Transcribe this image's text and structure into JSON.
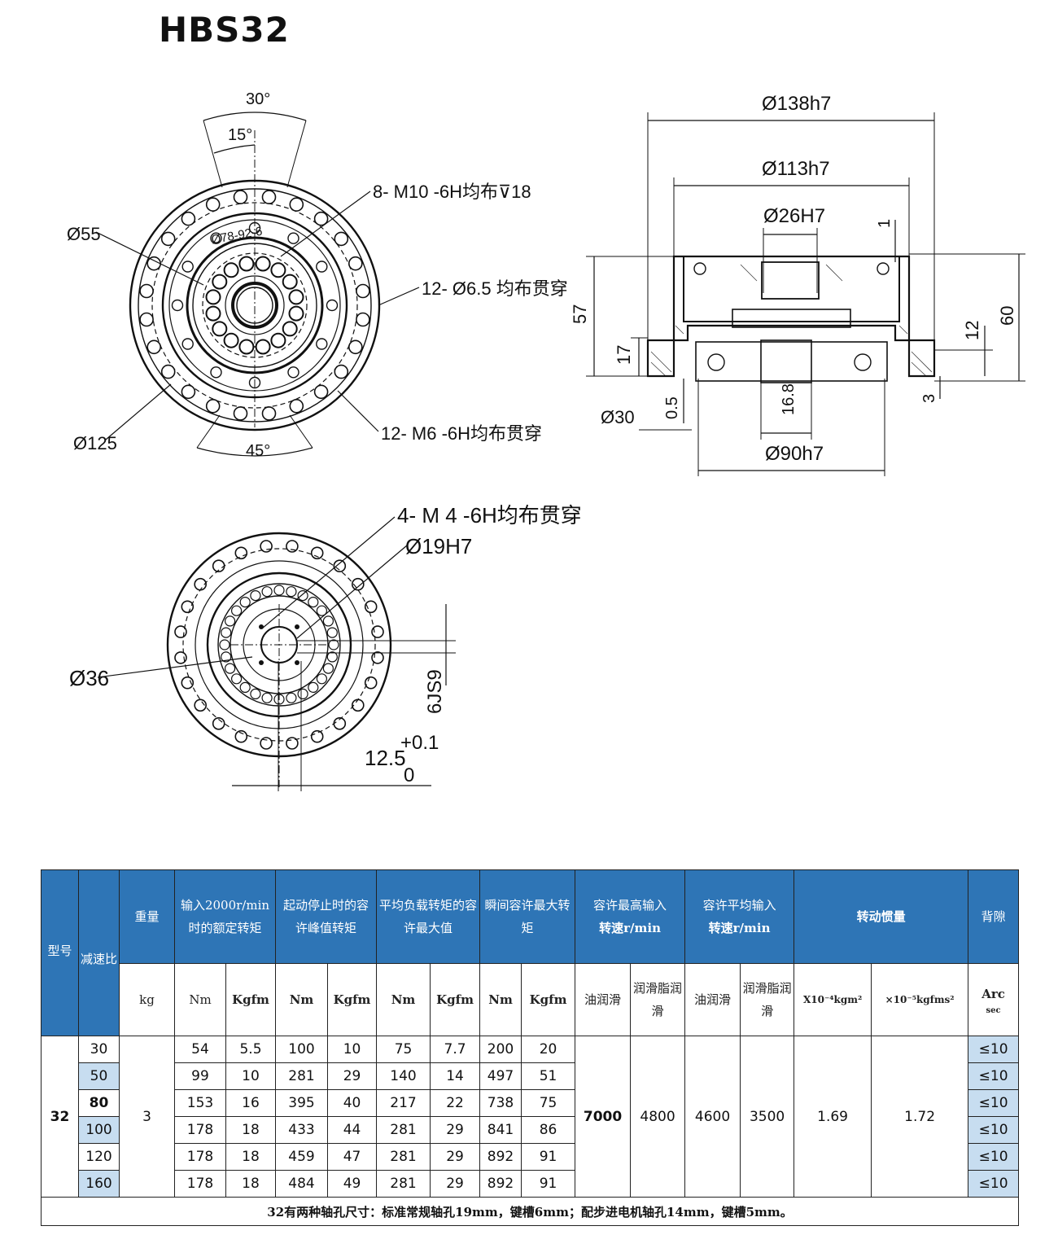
{
  "title": "HBS32",
  "front_view": {
    "angle_30": "30°",
    "angle_15": "15°",
    "angle_45": "45°",
    "dia_55": "Ø55",
    "dia_125": "Ø125",
    "ring_text": "Ø78-92-6",
    "callout_top": "8- M10 -6H均布⊽18",
    "callout_right": "12- Ø6.5 均布贯穿",
    "callout_bottom": "12- M6 -6H均布贯穿"
  },
  "section_view": {
    "d138": "Ø138h7",
    "d113": "Ø113h7",
    "d26": "Ø26H7",
    "dim_1": "1",
    "dim_57": "57",
    "dim_17": "17",
    "dim_60": "60",
    "dim_12": "12",
    "dim_3": "3",
    "dim_30": "Ø30",
    "dim_05": "0.5",
    "dim_168": "16.8",
    "d90": "Ø90h7"
  },
  "back_view": {
    "callout_m4": "4- M 4 -6H均布贯穿",
    "callout_19": "Ø19H7",
    "dia_36": "Ø36",
    "key_6js9": "6JS9",
    "dim_125": "12.5",
    "tol_plus": "+0.1",
    "tol_zero": "0"
  },
  "table": {
    "header": {
      "model": "型号",
      "ratio": "减速比",
      "weight": "重量",
      "rated": "输入2000r/min时的额定转矩",
      "startstop": "起动停止时的容许峰值转矩",
      "avgload": "平均负载转矩的容许最大值",
      "instant": "瞬间容许最大转矩",
      "maxspeed": "容许最高输入",
      "maxspeed_unit": "转速r/min",
      "avgspeed": "容许平均输入",
      "avgspeed_unit": "转速r/min",
      "inertia": "转动惯量",
      "backlash": "背隙"
    },
    "units": {
      "kg": "kg",
      "nm": "Nm",
      "kgfm": "Kgfm",
      "oil": "油润滑",
      "grease": "润滑脂润滑",
      "inertia_si": "X10⁻⁴kgm²",
      "inertia_kgf": "×10⁻⁵kgfms²",
      "arc": "Arc",
      "sec": "sec"
    },
    "model": "32",
    "weight": "3",
    "max_speed_oil": "7000",
    "max_speed_grease": "4800",
    "avg_speed_oil": "4600",
    "avg_speed_grease": "3500",
    "inertia_si": "1.69",
    "inertia_kgf": "1.72",
    "rows": [
      {
        "ratio": "30",
        "r_nm": "54",
        "r_kgfm": "5.5",
        "s_nm": "100",
        "s_kgfm": "10",
        "a_nm": "75",
        "a_kgfm": "7.7",
        "i_nm": "200",
        "i_kgfm": "20",
        "backlash": "≤10"
      },
      {
        "ratio": "50",
        "r_nm": "99",
        "r_kgfm": "10",
        "s_nm": "281",
        "s_kgfm": "29",
        "a_nm": "140",
        "a_kgfm": "14",
        "i_nm": "497",
        "i_kgfm": "51",
        "backlash": "≤10"
      },
      {
        "ratio": "80",
        "r_nm": "153",
        "r_kgfm": "16",
        "s_nm": "395",
        "s_kgfm": "40",
        "a_nm": "217",
        "a_kgfm": "22",
        "i_nm": "738",
        "i_kgfm": "75",
        "backlash": "≤10"
      },
      {
        "ratio": "100",
        "r_nm": "178",
        "r_kgfm": "18",
        "s_nm": "433",
        "s_kgfm": "44",
        "a_nm": "281",
        "a_kgfm": "29",
        "i_nm": "841",
        "i_kgfm": "86",
        "backlash": "≤10"
      },
      {
        "ratio": "120",
        "r_nm": "178",
        "r_kgfm": "18",
        "s_nm": "459",
        "s_kgfm": "47",
        "a_nm": "281",
        "a_kgfm": "29",
        "i_nm": "892",
        "i_kgfm": "91",
        "backlash": "≤10"
      },
      {
        "ratio": "160",
        "r_nm": "178",
        "r_kgfm": "18",
        "s_nm": "484",
        "s_kgfm": "49",
        "a_nm": "281",
        "a_kgfm": "29",
        "i_nm": "892",
        "i_kgfm": "91",
        "backlash": "≤10"
      }
    ],
    "note": "32有两种轴孔尺寸：标准常规轴孔19mm，键槽6mm；配步进电机轴孔14mm，键槽5mm。"
  }
}
